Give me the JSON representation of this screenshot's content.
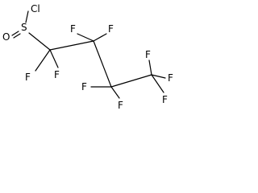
{
  "molecule": {
    "atoms": {
      "chlorine": "Cl",
      "sulfur": "S",
      "oxygen": "O",
      "fluorine_c1_left": "F",
      "fluorine_c1_bottom": "F",
      "fluorine_c2_left": "F",
      "fluorine_c2_right": "F",
      "fluorine_c3_left": "F",
      "fluorine_c3_bottom": "F",
      "fluorine_c4_top": "F",
      "fluorine_c4_right": "F",
      "fluorine_c4_bottom": "F"
    }
  }
}
